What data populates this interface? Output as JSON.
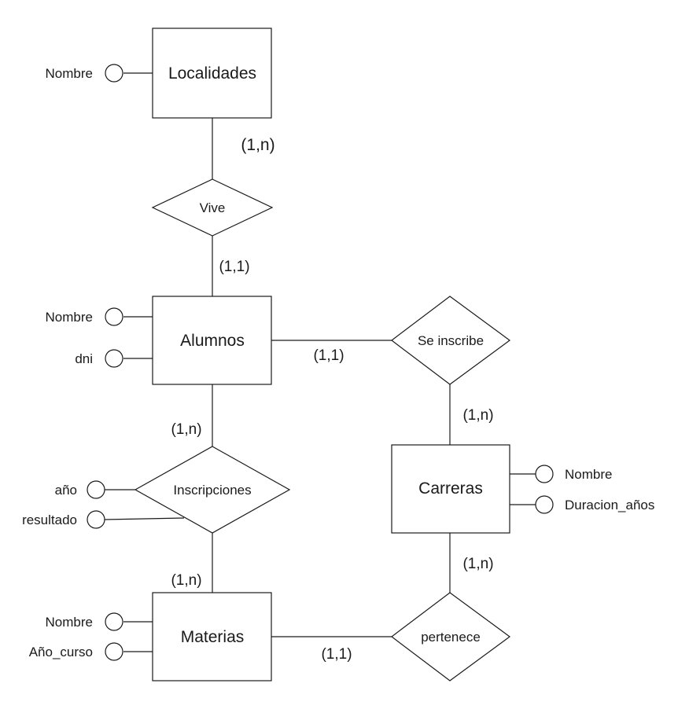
{
  "entities": {
    "localidades": "Localidades",
    "alumnos": "Alumnos",
    "carreras": "Carreras",
    "materias": "Materias"
  },
  "relationships": {
    "vive": "Vive",
    "se_inscribe": "Se inscribe",
    "inscripciones": "Inscripciones",
    "pertenece": "pertenece"
  },
  "attributes": {
    "localidades_nombre": "Nombre",
    "alumnos_nombre": "Nombre",
    "alumnos_dni": "dni",
    "inscripciones_anio": "año",
    "inscripciones_resultado": "resultado",
    "carreras_nombre": "Nombre",
    "carreras_duracion": "Duracion_años",
    "materias_nombre": "Nombre",
    "materias_anio_curso": "Año_curso"
  },
  "cardinalities": {
    "localidades_vive": "(1,n)",
    "vive_alumnos": "(1,1)",
    "alumnos_se_inscribe": "(1,1)",
    "se_inscribe_carreras": "(1,n)",
    "alumnos_inscripciones": "(1,n)",
    "inscripciones_materias": "(1,n)",
    "carreras_pertenece": "(1,n)",
    "materias_pertenece": "(1,1)"
  }
}
